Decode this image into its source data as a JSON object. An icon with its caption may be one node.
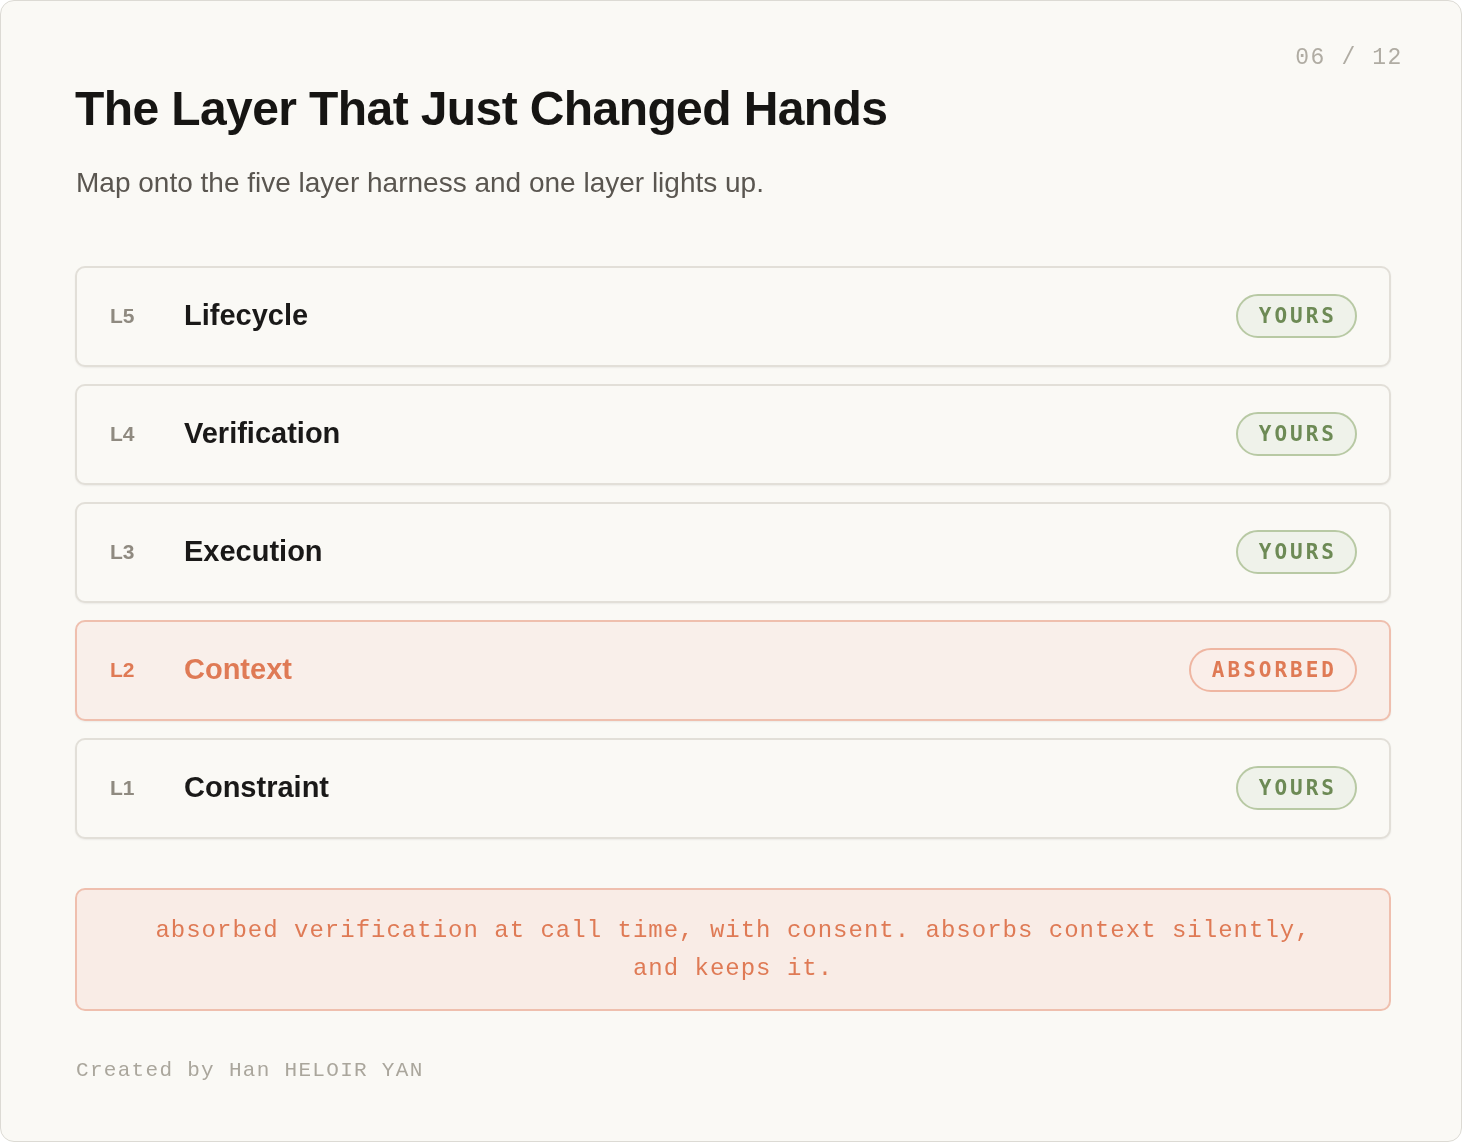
{
  "diagram": {
    "title": "The Layer That Just Changed Hands",
    "nodes": [
      {
        "text": [
          "L5",
          "Lifecycle"
        ]
      },
      {
        "text": [
          "YOURS"
        ],
        "in": 0
      },
      {
        "text": [
          "L4",
          "Verification"
        ]
      },
      {
        "text": [
          "YOURS"
        ],
        "in": 2
      },
      {
        "text": [
          "L3",
          "Execution"
        ]
      },
      {
        "text": [
          "YOURS"
        ],
        "in": 4
      },
      {
        "text": [
          "L2",
          "Context"
        ]
      },
      {
        "text": [
          "ABSORBED"
        ],
        "in": 6
      },
      {
        "text": [
          "L1",
          "Constraint"
        ]
      },
      {
        "text": [
          "YOURS"
        ],
        "in": 8
      },
      {
        "text": [
          "absorbed verification at call time, with consent. absorbs context silently, and keeps it."
        ]
      }
    ],
    "labels": [
      "06 / 12",
      "Map onto the five layer harness and one layer lights up.",
      "Created by Han HELOIR YAN"
    ]
  }
}
